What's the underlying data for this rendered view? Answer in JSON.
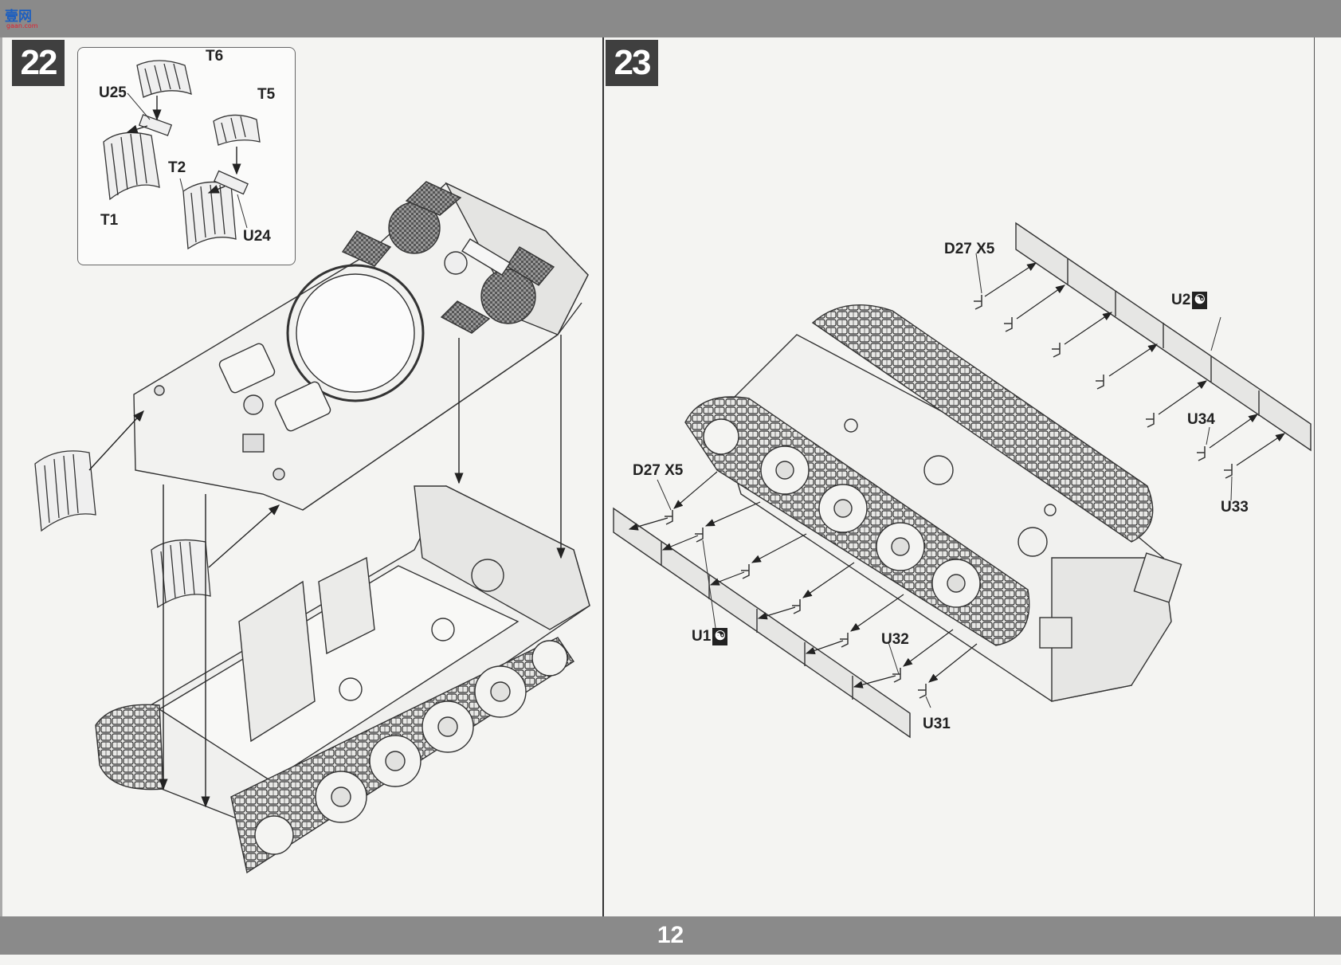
{
  "watermark": {
    "text": "壹网",
    "subtext": "gaan.com"
  },
  "page_number": "12",
  "steps": [
    {
      "number": "22"
    },
    {
      "number": "23"
    }
  ],
  "step22": {
    "labels": {
      "t6": "T6",
      "u25": "U25",
      "t5": "T5",
      "t2": "T2",
      "t1": "T1",
      "u24": "U24"
    }
  },
  "step23": {
    "labels": {
      "d27_top": "D27 X5",
      "u2": "U2",
      "u34": "U34",
      "u33": "U33",
      "d27_left": "D27 X5",
      "u1": "U1",
      "u32": "U32",
      "u31": "U31"
    },
    "symbol": "☯"
  }
}
